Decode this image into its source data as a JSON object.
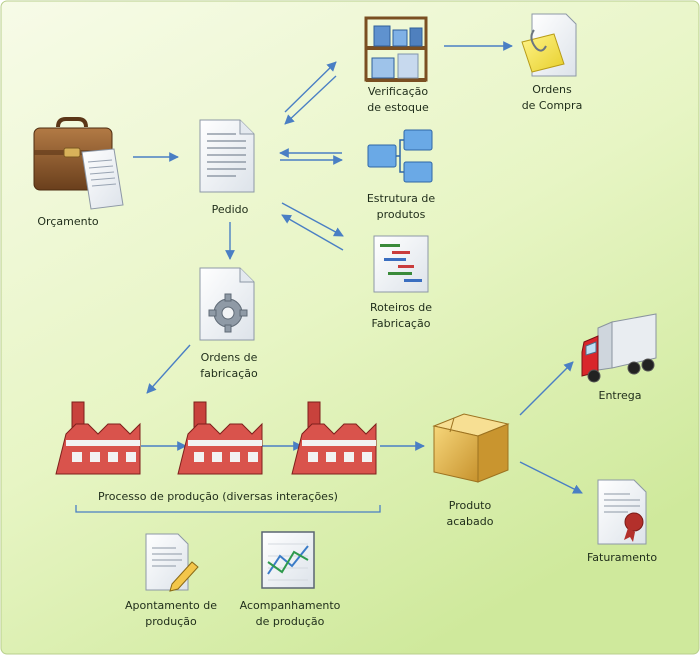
{
  "nodes": {
    "orcamento": {
      "label": "Orçamento"
    },
    "pedido": {
      "label": "Pedido"
    },
    "verificacao": {
      "line1": "Verificação",
      "line2": "de estoque"
    },
    "ordens_compra": {
      "line1": "Ordens",
      "line2": "de Compra"
    },
    "estrutura": {
      "line1": "Estrutura de",
      "line2": "produtos"
    },
    "roteiros": {
      "line1": "Roteiros de",
      "line2": "Fabricação"
    },
    "ordens_fabricacao": {
      "line1": "Ordens de",
      "line2": "fabricação"
    },
    "processo": {
      "label": "Processo de produção (diversas interações)"
    },
    "produto_acabado": {
      "line1": "Produto",
      "line2": "acabado"
    },
    "entrega": {
      "label": "Entrega"
    },
    "faturamento": {
      "label": "Faturamento"
    },
    "apontamento": {
      "line1": "Apontamento de",
      "line2": "produção"
    },
    "acompanhamento": {
      "line1": "Acompanhamento",
      "line2": "de produção"
    }
  },
  "colors": {
    "background_top": "#f6fbe6",
    "background_bottom": "#d2eca0",
    "arrow": "#4a7fc4",
    "briefcase": "#8b5a2b",
    "factory": "#c8423c",
    "box": "#e6b84a",
    "truck": "#d9262b"
  }
}
